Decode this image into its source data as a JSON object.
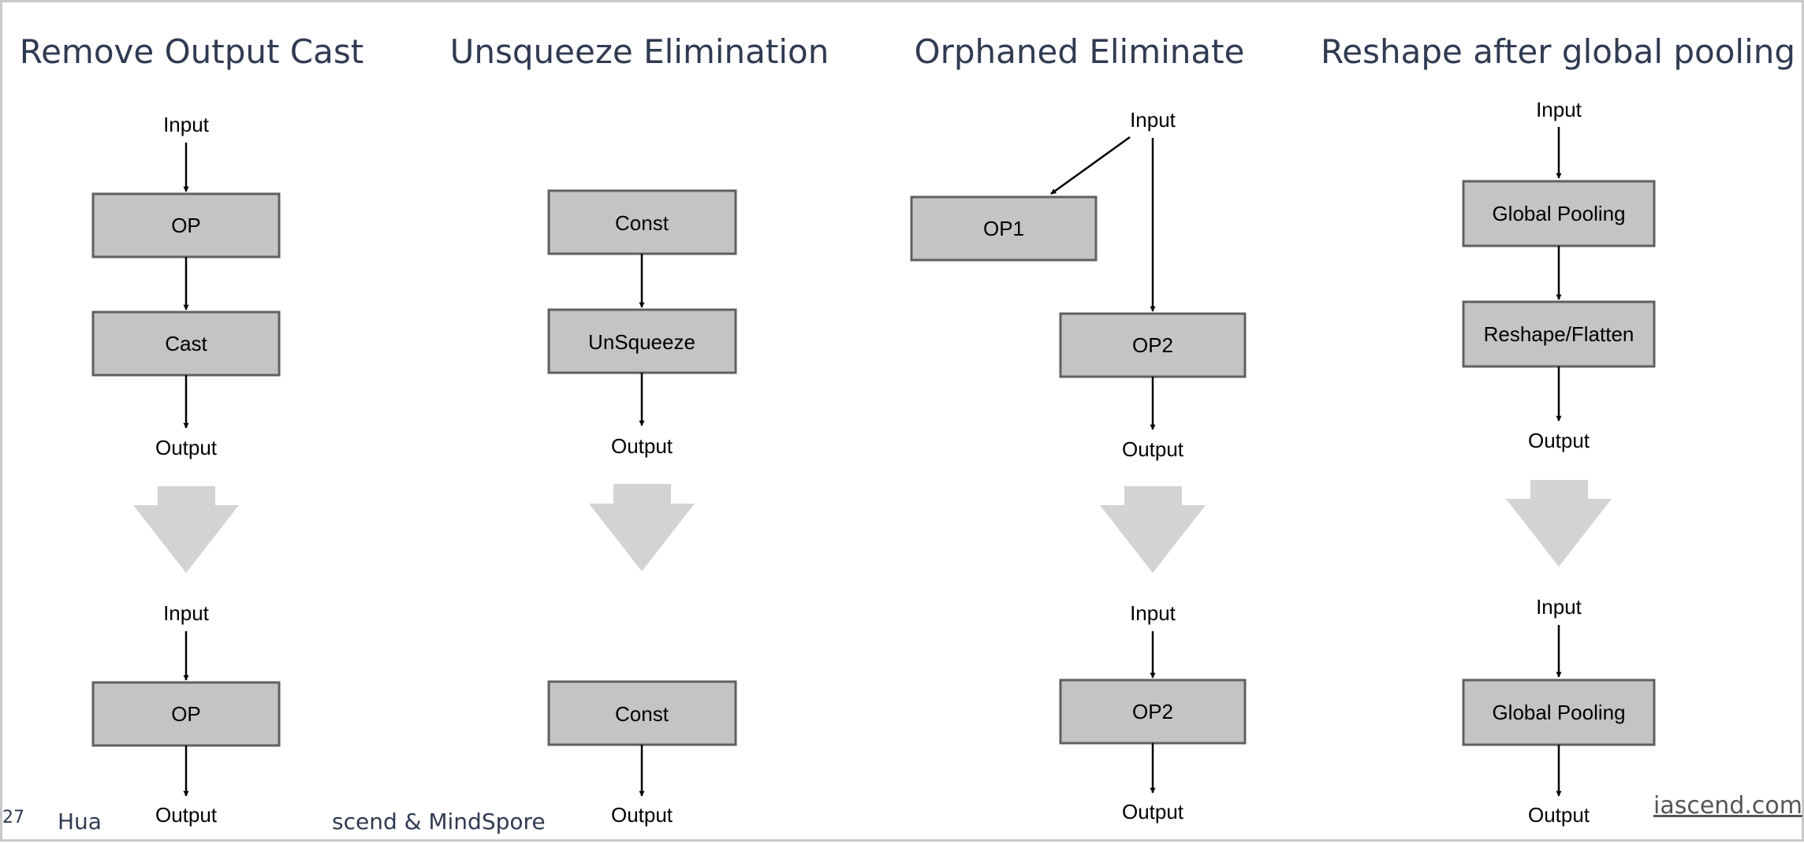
{
  "panels": [
    {
      "title": "Remove Output Cast",
      "before": {
        "input": "Input",
        "nodes": [
          "OP",
          "Cast"
        ],
        "output": "Output"
      },
      "after": {
        "input": "Input",
        "nodes": [
          "OP"
        ],
        "output": "Output"
      }
    },
    {
      "title": "Unsqueeze Elimination",
      "before": {
        "nodes": [
          "Const",
          "UnSqueeze"
        ],
        "output": "Output"
      },
      "after": {
        "nodes": [
          "Const"
        ],
        "output": "Output"
      }
    },
    {
      "title": "Orphaned Eliminate",
      "before": {
        "input": "Input",
        "nodes": [
          "OP1",
          "OP2"
        ],
        "output": "Output"
      },
      "after": {
        "input": "Input",
        "nodes": [
          "OP2"
        ],
        "output": "Output"
      }
    },
    {
      "title": "Reshape after global pooling",
      "before": {
        "input": "Input",
        "nodes": [
          "Global Pooling",
          "Reshape/Flatten"
        ],
        "output": "Output"
      },
      "after": {
        "input": "Input",
        "nodes": [
          "Global Pooling"
        ],
        "output": "Output"
      }
    }
  ],
  "footer": {
    "page_number": "27",
    "text_left": "Hua",
    "text_right": "scend & MindSpore",
    "link_text": "iascend.com"
  },
  "colors": {
    "node_fill": "#c4c4c4",
    "node_stroke": "#606060",
    "transform_arrow": "#d3d3d3",
    "title_text": "#2f3b52"
  }
}
